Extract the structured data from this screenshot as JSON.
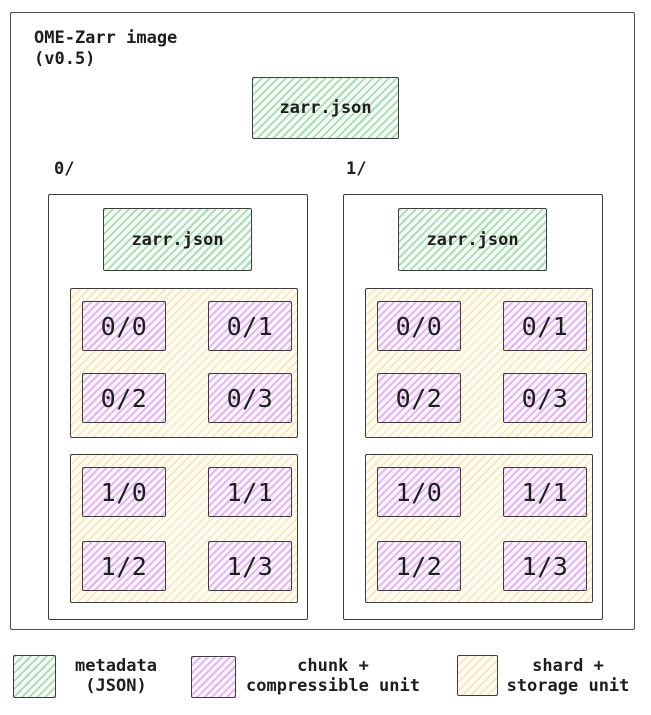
{
  "diagram": {
    "title": [
      "OME-Zarr image",
      "(v0.5)"
    ],
    "root_metadata": "zarr.json",
    "groups": [
      {
        "label": "0/",
        "metadata": "zarr.json",
        "shards": [
          {
            "chunks": [
              "0/0",
              "0/1",
              "0/2",
              "0/3"
            ]
          },
          {
            "chunks": [
              "1/0",
              "1/1",
              "1/2",
              "1/3"
            ]
          }
        ]
      },
      {
        "label": "1/",
        "metadata": "zarr.json",
        "shards": [
          {
            "chunks": [
              "0/0",
              "0/1",
              "0/2",
              "0/3"
            ]
          },
          {
            "chunks": [
              "1/0",
              "1/1",
              "1/2",
              "1/3"
            ]
          }
        ]
      }
    ]
  },
  "legend": {
    "items": [
      {
        "swatch": "metadata-swatch",
        "color": "#69b578",
        "line1": "metadata",
        "line2": "(JSON)"
      },
      {
        "swatch": "chunk-swatch",
        "color": "#c77ae0",
        "line1": "chunk +",
        "line2": "compressible unit"
      },
      {
        "swatch": "shard-swatch",
        "color": "#e8c96a",
        "line1": "shard +",
        "line2": "storage unit"
      }
    ]
  },
  "colors": {
    "ink": "#1e1e1e",
    "border": "#3d3d3d",
    "metadata_green": "#69b578",
    "chunk_purple": "#c77ae0",
    "shard_yellow": "#e8c96a"
  }
}
